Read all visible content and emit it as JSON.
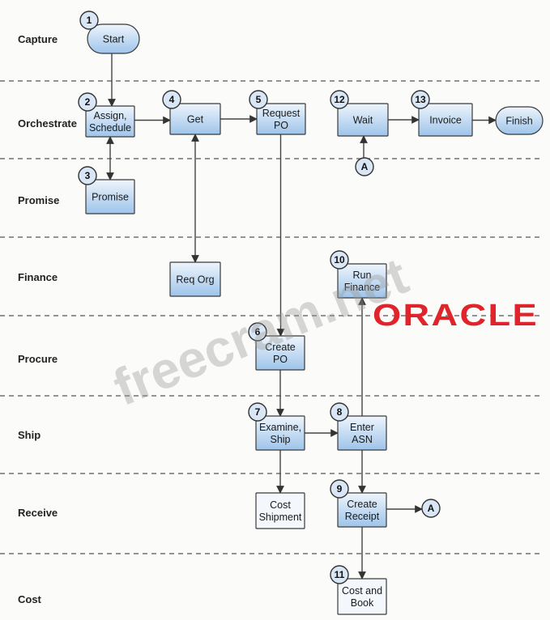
{
  "lanes": [
    {
      "id": "capture",
      "label": "Capture"
    },
    {
      "id": "orchestrate",
      "label": "Orchestrate"
    },
    {
      "id": "promise",
      "label": "Promise"
    },
    {
      "id": "finance",
      "label": "Finance"
    },
    {
      "id": "procure",
      "label": "Procure"
    },
    {
      "id": "ship",
      "label": "Ship"
    },
    {
      "id": "receive",
      "label": "Receive"
    },
    {
      "id": "cost",
      "label": "Cost"
    }
  ],
  "nodes": [
    {
      "id": "start",
      "lines": [
        "Start"
      ],
      "badge": "1",
      "shape": "terminal"
    },
    {
      "id": "assign",
      "lines": [
        "Assign,",
        "Schedule"
      ],
      "badge": "2",
      "shape": "box"
    },
    {
      "id": "promise",
      "lines": [
        "Promise"
      ],
      "badge": "3",
      "shape": "box"
    },
    {
      "id": "get",
      "lines": [
        "Get"
      ],
      "badge": "4",
      "shape": "box"
    },
    {
      "id": "request",
      "lines": [
        "Request",
        "PO"
      ],
      "badge": "5",
      "shape": "box"
    },
    {
      "id": "reqorg",
      "lines": [
        "Req Org"
      ],
      "badge": "",
      "shape": "box"
    },
    {
      "id": "createpo",
      "lines": [
        "Create",
        "PO"
      ],
      "badge": "6",
      "shape": "box"
    },
    {
      "id": "examine",
      "lines": [
        "Examine,",
        "Ship"
      ],
      "badge": "7",
      "shape": "box"
    },
    {
      "id": "costship",
      "lines": [
        "Cost",
        "Shipment"
      ],
      "badge": "",
      "shape": "box-plain"
    },
    {
      "id": "asn",
      "lines": [
        "Enter",
        "ASN"
      ],
      "badge": "8",
      "shape": "box"
    },
    {
      "id": "receipt",
      "lines": [
        "Create",
        "Receipt"
      ],
      "badge": "9",
      "shape": "box"
    },
    {
      "id": "runfin",
      "lines": [
        "Run",
        "Finance"
      ],
      "badge": "10",
      "shape": "box"
    },
    {
      "id": "costbook",
      "lines": [
        "Cost and",
        "Book"
      ],
      "badge": "11",
      "shape": "box-plain"
    },
    {
      "id": "wait",
      "lines": [
        "Wait"
      ],
      "badge": "12",
      "shape": "box"
    },
    {
      "id": "invoice",
      "lines": [
        "Invoice"
      ],
      "badge": "13",
      "shape": "box"
    },
    {
      "id": "finish",
      "lines": [
        "Finish"
      ],
      "badge": "",
      "shape": "terminal"
    }
  ],
  "connectors": [
    {
      "id": "conn-a-wait",
      "label": "A"
    },
    {
      "id": "conn-a-receipt",
      "label": "A"
    }
  ],
  "edges": [
    {
      "from": "start",
      "to": "assign",
      "bidirectional": false
    },
    {
      "from": "assign",
      "to": "get",
      "bidirectional": false
    },
    {
      "from": "assign",
      "to": "promise",
      "bidirectional": true
    },
    {
      "from": "get",
      "to": "request",
      "bidirectional": false
    },
    {
      "from": "get",
      "to": "reqorg",
      "bidirectional": true
    },
    {
      "from": "request",
      "to": "createpo",
      "bidirectional": false
    },
    {
      "from": "createpo",
      "to": "examine",
      "bidirectional": false
    },
    {
      "from": "examine",
      "to": "asn",
      "bidirectional": false
    },
    {
      "from": "examine",
      "to": "costship",
      "bidirectional": false
    },
    {
      "from": "asn",
      "to": "receipt",
      "bidirectional": false
    },
    {
      "from": "asn",
      "to": "runfin",
      "bidirectional": false
    },
    {
      "from": "receipt",
      "to": "conn-a-receipt",
      "bidirectional": false
    },
    {
      "from": "receipt",
      "to": "costbook",
      "bidirectional": false
    },
    {
      "from": "conn-a-wait",
      "to": "wait",
      "bidirectional": false
    },
    {
      "from": "wait",
      "to": "invoice",
      "bidirectional": false
    },
    {
      "from": "invoice",
      "to": "finish",
      "bidirectional": false
    }
  ],
  "watermark": "freecram.net",
  "logo": "ORACLE",
  "colors": {
    "node_top": "#eef5fc",
    "node_bottom": "#9ec4ea",
    "node_stroke": "#3a3a3a",
    "plain_fill": "#f4f8fc",
    "badge_fill": "#d8e6f5",
    "logo_red": "#e0242b"
  }
}
